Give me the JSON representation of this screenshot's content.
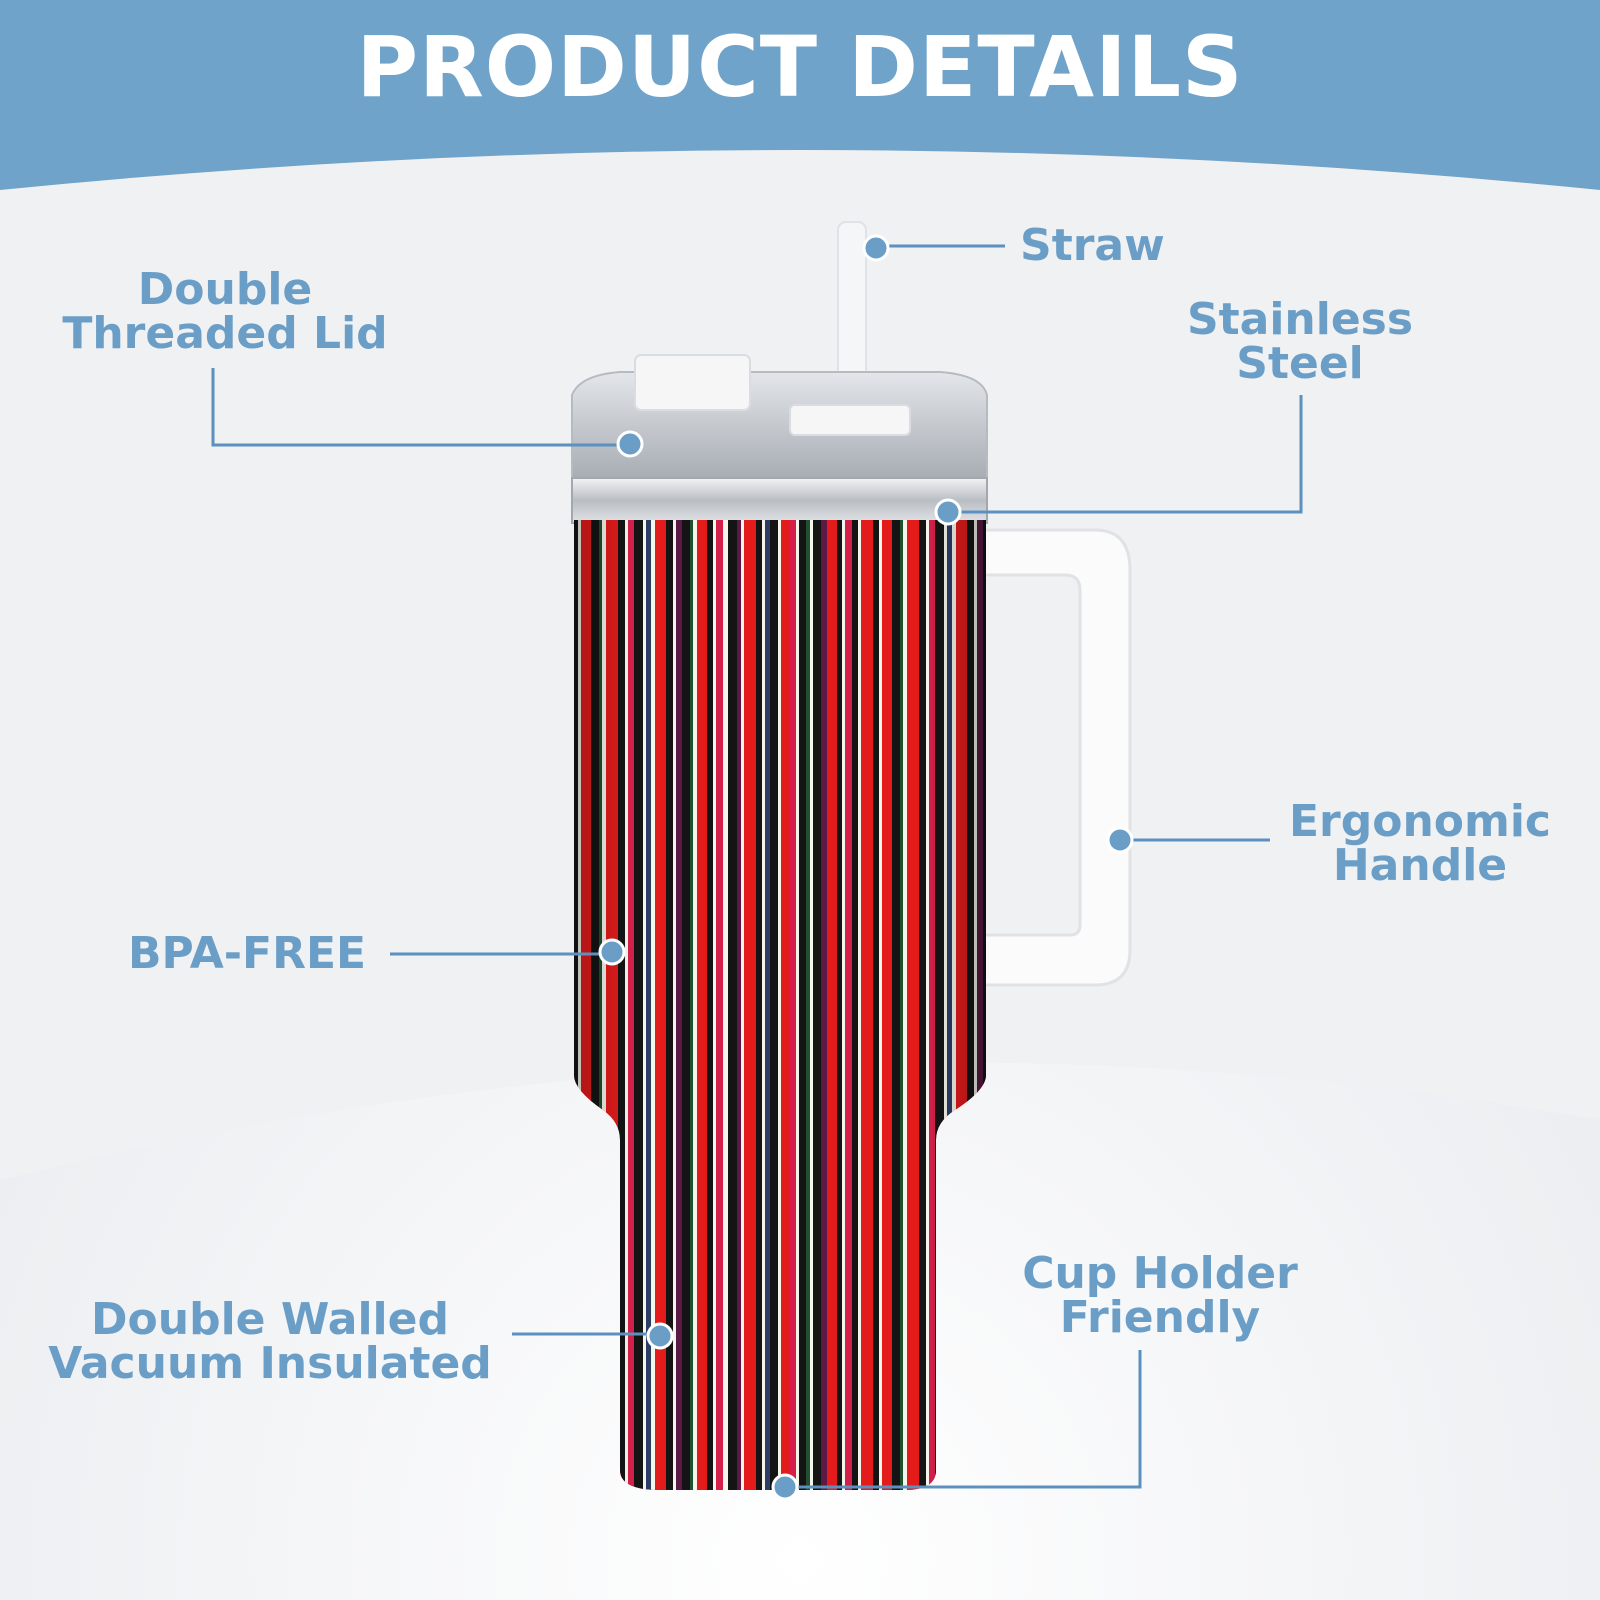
{
  "banner": {
    "title": "PRODUCT DETAILS",
    "color": "#6fa3c9"
  },
  "callouts": {
    "straw": "Straw",
    "lid_line1": "Double",
    "lid_line2": "Threaded Lid",
    "steel_line1": "Stainless",
    "steel_line2": "Steel",
    "handle_line1": "Ergonomic",
    "handle_line2": "Handle",
    "bpa": "BPA-FREE",
    "insulated_line1": "Double Walled",
    "insulated_line2": "Vacuum Insulated",
    "holder_line1": "Cup Holder",
    "holder_line2": "Friendly"
  },
  "colors": {
    "label": "#6b9ec7",
    "leader_line": "#5b90c0",
    "stripe_palette": [
      "#e31b1b",
      "#141414",
      "#f5f5ec",
      "#d41f4a",
      "#2c3e66",
      "#20502f",
      "#5a1a45"
    ]
  }
}
